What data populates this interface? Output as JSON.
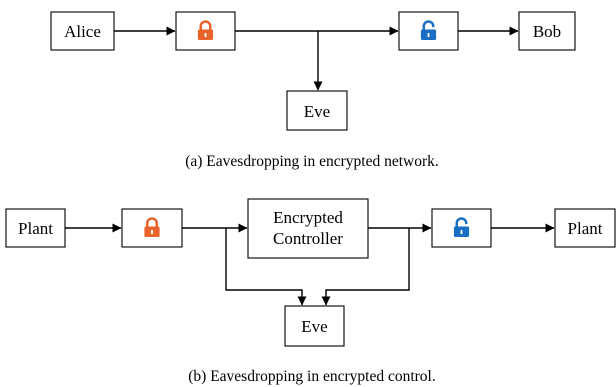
{
  "colors": {
    "lock_closed": "#E8642A",
    "lock_open": "#1A6FC4",
    "line": "#000000"
  },
  "panel_a": {
    "nodes": {
      "alice": "Alice",
      "lock": "lock-closed-icon",
      "unlock": "lock-open-icon",
      "bob": "Bob",
      "eve": "Eve"
    },
    "caption": "(a) Eavesdropping in encrypted network."
  },
  "panel_b": {
    "nodes": {
      "plant_in": "Plant",
      "lock": "lock-closed-icon",
      "controller_line1": "Encrypted",
      "controller_line2": "Controller",
      "unlock": "lock-open-icon",
      "plant_out": "Plant",
      "eve": "Eve"
    },
    "caption": "(b) Eavesdropping in encrypted control."
  }
}
